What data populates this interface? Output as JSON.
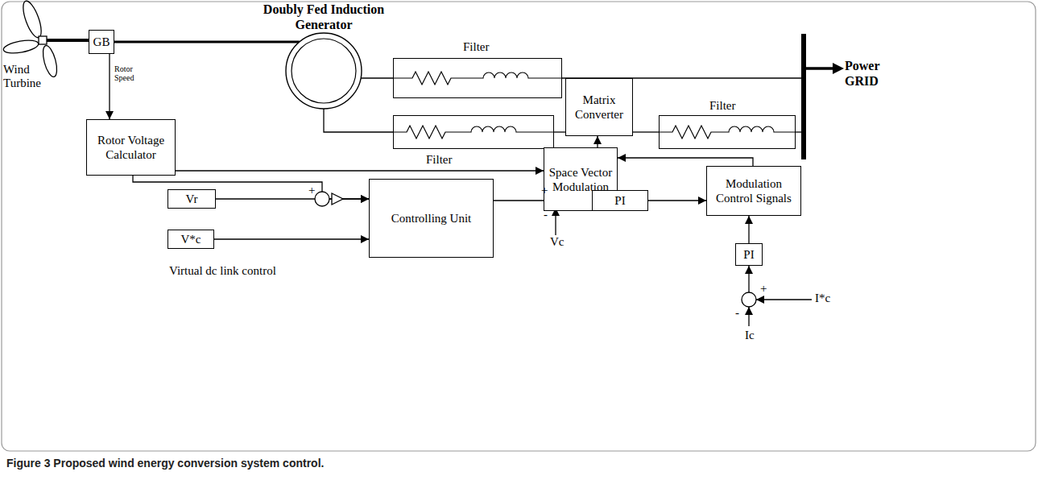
{
  "diagram": {
    "caption": "Figure 3 Proposed wind energy conversion system control.",
    "nodes": [
      {
        "text": [
          "Doubly Fed Induction Generator"
        ]
      },
      {
        "text": [
          "GB"
        ]
      },
      {
        "text": [
          "Filter"
        ]
      },
      {
        "text": [
          "Power GRID"
        ]
      },
      {
        "text": [
          "Filter"
        ]
      },
      {
        "text": [
          "Matrix Converter"
        ]
      },
      {
        "text": [
          "Filter"
        ]
      },
      {
        "text": [
          "Rotor Voltage Calculator"
        ]
      },
      {
        "text": [
          "Space Vector Modulation"
        ]
      },
      {
        "text": [
          "Modulation Control Signals"
        ]
      },
      {
        "text": [
          "Vr"
        ]
      },
      {
        "text": [
          "V*c"
        ]
      },
      {
        "text": [
          "Controlling Unit"
        ]
      },
      {
        "text": [
          "PI"
        ]
      },
      {
        "text": [
          "PI"
        ]
      }
    ],
    "edges": [
      {
        "from": 1,
        "to": 0,
        "arrow": "none"
      },
      {
        "from": 0,
        "to": 2,
        "arrow": "none"
      },
      {
        "from": 2,
        "to": 3,
        "arrow": "none"
      },
      {
        "from": 0,
        "to": 4,
        "arrow": "none"
      },
      {
        "from": 4,
        "to": 5,
        "arrow": "none"
      },
      {
        "from": 5,
        "to": 6,
        "arrow": "none"
      },
      {
        "from": 6,
        "to": 3,
        "arrow": "none"
      },
      {
        "from": 1,
        "to": 7,
        "label": "Rotor Speed",
        "arrow": "to"
      },
      {
        "from": 7,
        "to": 8,
        "arrow": "to"
      },
      {
        "from": 8,
        "to": 5,
        "arrow": "to"
      },
      {
        "from": 9,
        "to": 8,
        "arrow": "to"
      },
      {
        "from": 13,
        "to": 9,
        "arrow": "to"
      },
      {
        "from": 14,
        "to": 9,
        "arrow": "to"
      },
      {
        "from": 7,
        "to": 12,
        "arrow": "to"
      },
      {
        "from": 10,
        "to": 12,
        "arrow": "to"
      },
      {
        "from": 11,
        "to": 12,
        "arrow": "to"
      },
      {
        "from": 12,
        "to": 13,
        "arrow": "to"
      }
    ],
    "labels": [
      "Wind Turbine",
      "+",
      "+",
      "-",
      "Vc",
      "Virtual dc link control",
      "+",
      "-",
      "I*c",
      "Ic"
    ]
  }
}
